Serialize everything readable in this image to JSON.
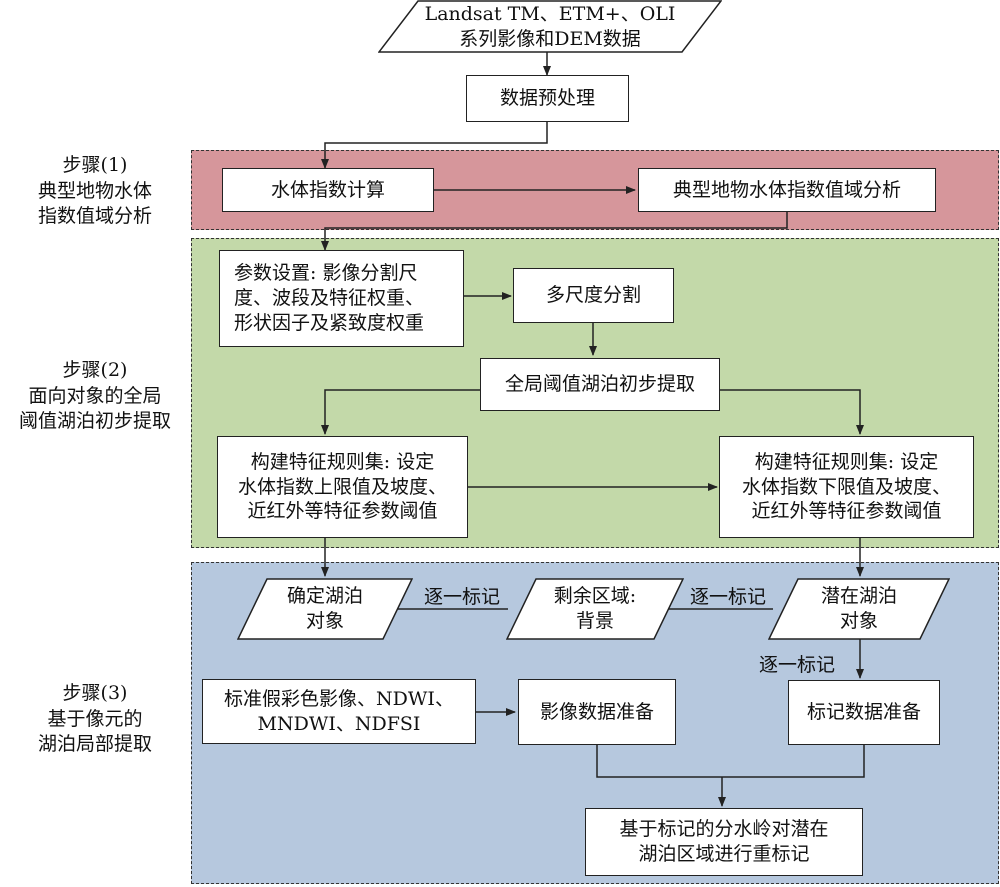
{
  "colors": {
    "step1_fill": "#d6969b",
    "step2_fill": "#c3d9a9",
    "step3_fill": "#b6c8de",
    "line": "#222222"
  },
  "steps": {
    "step1": "步骤(1)\n典型地物水体\n指数值域分析",
    "step2": "步骤(2)\n面向对象的全局\n阈值湖泊初步提取",
    "step3": "步骤(3)\n基于像元的\n湖泊局部提取"
  },
  "nodes": {
    "input_data": "Landsat TM、ETM+、OLI\n系列影像和DEM数据",
    "preprocess": "数据预处理",
    "water_index_calc": "水体指数计算",
    "water_index_range": "典型地物水体指数值域分析",
    "param_setting": "参数设置: 影像分割尺\n度、波段及特征权重、\n形状因子及紧致度权重",
    "multiscale_seg": "多尺度分割",
    "global_threshold": "全局阈值湖泊初步提取",
    "ruleset_upper": "构建特征规则集: 设定\n水体指数上限值及坡度、\n近红外等特征参数阈值",
    "ruleset_lower": "构建特征规则集: 设定\n水体指数下限值及坡度、\n近红外等特征参数阈值",
    "confirmed_lake": "确定湖泊\n对象",
    "remaining_area": "剩余区域:\n背景",
    "potential_lake": "潜在湖泊\n对象",
    "image_sources": "标准假彩色影像、NDWI、\nMNDWI、NDFSI",
    "image_prep": "影像数据准备",
    "marker_prep": "标记数据准备",
    "watershed": "基于标记的分水岭对潜在\n湖泊区域进行重标记"
  },
  "edge_labels": {
    "mark_left": "逐一标记",
    "mark_right": "逐一标记",
    "mark_down": "逐一标记"
  }
}
